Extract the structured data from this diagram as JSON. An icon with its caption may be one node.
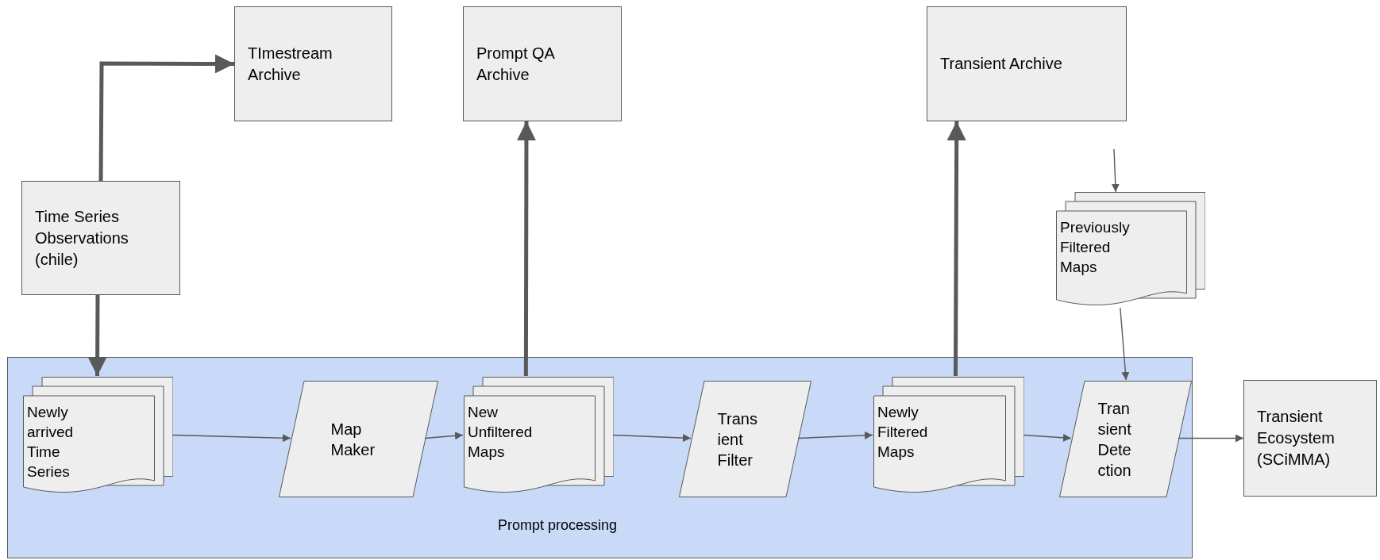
{
  "diagram": {
    "nodes": [
      {
        "text": [
          "TImestream Archive"
        ]
      },
      {
        "text": [
          "Prompt QA Archive"
        ]
      },
      {
        "text": [
          "Transient Archive"
        ]
      },
      {
        "text": [
          "Time Series Observations (chile)"
        ]
      },
      {
        "text": [
          "Previously Filtered Maps"
        ]
      },
      {
        "text": [
          "Prompt processing"
        ]
      },
      {
        "text": [
          "Newly arrived Time Series"
        ],
        "in": 5
      },
      {
        "text": [
          "Map Maker"
        ],
        "in": 5
      },
      {
        "text": [
          "New Unfiltered Maps"
        ],
        "in": 5
      },
      {
        "text": [
          "Trans ient Filter"
        ],
        "in": 5
      },
      {
        "text": [
          "Newly Filtered Maps"
        ],
        "in": 5
      },
      {
        "text": [
          "Tran sient Dete ction"
        ],
        "in": 5
      },
      {
        "text": [
          "Transient Ecosystem (SCiMMA)"
        ]
      }
    ],
    "edges": [
      {
        "from": 3,
        "to": 0,
        "arrow": "to",
        "style": "thick"
      },
      {
        "from": 3,
        "to": 6,
        "arrow": "to",
        "style": "thick"
      },
      {
        "from": 8,
        "to": 1,
        "arrow": "to",
        "style": "thick"
      },
      {
        "from": 10,
        "to": 2,
        "arrow": "to",
        "style": "thick"
      },
      {
        "from": null,
        "to": 4,
        "arrow": "to"
      },
      {
        "from": 4,
        "to": 11,
        "arrow": "to"
      },
      {
        "from": 6,
        "to": 7,
        "arrow": "to"
      },
      {
        "from": 7,
        "to": 8,
        "arrow": "to"
      },
      {
        "from": 8,
        "to": 9,
        "arrow": "to"
      },
      {
        "from": 9,
        "to": 10,
        "arrow": "to"
      },
      {
        "from": 10,
        "to": 11,
        "arrow": "to"
      },
      {
        "from": 11,
        "to": 12,
        "arrow": "to"
      }
    ]
  }
}
